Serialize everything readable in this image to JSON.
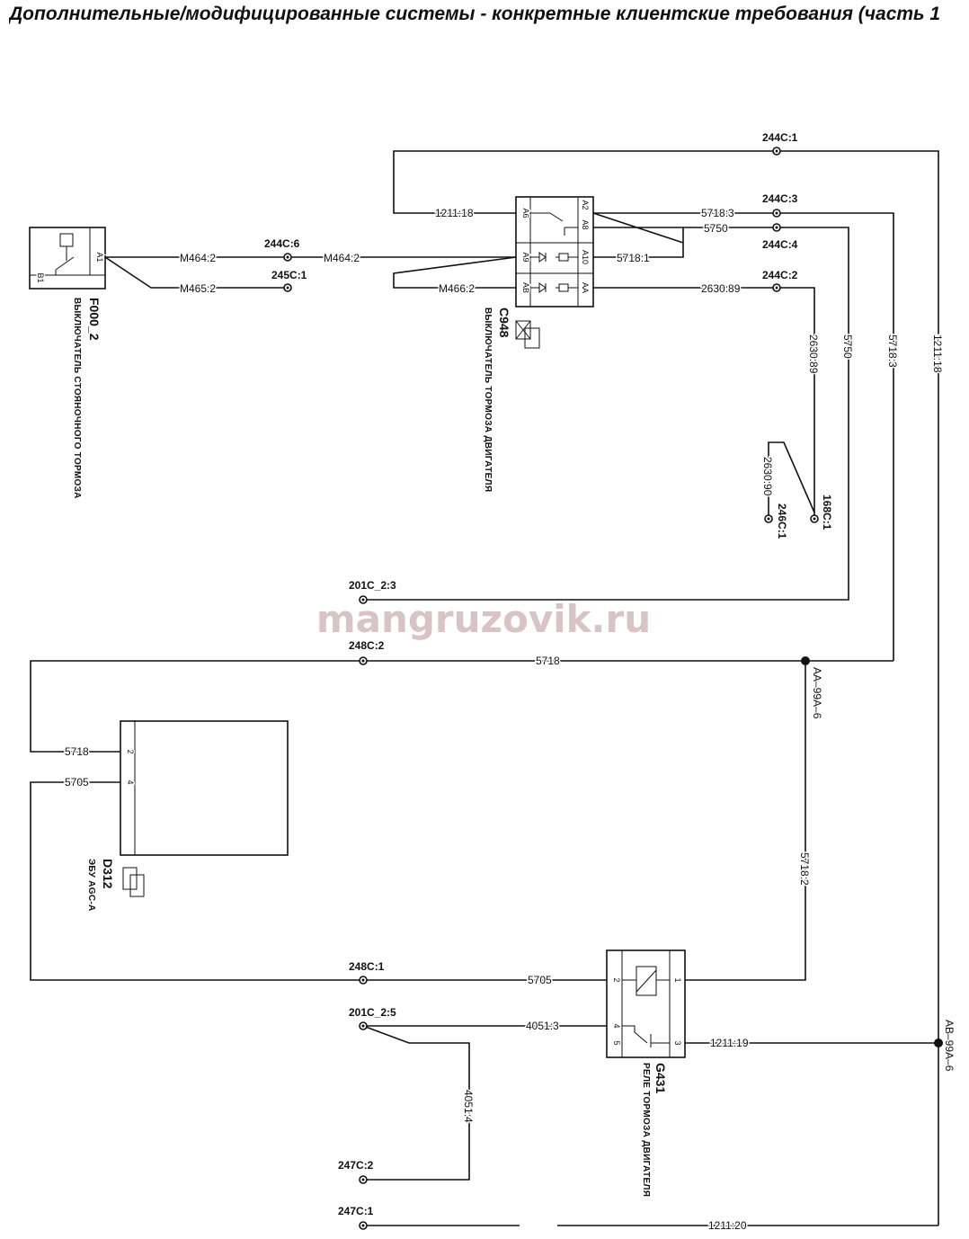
{
  "title": "Дополнительные/модифицированные системы - конкретные клиентские требования (часть 1",
  "watermark": "mangruzovik.ru",
  "components": {
    "F000_2": {
      "name": "F000_2",
      "description": "ВЫКЛЮЧАТЕЛЬ СТОЯНОЧНОГО ТОРМОЗА",
      "pins": [
        "A1",
        "B1"
      ]
    },
    "C948": {
      "name": "C948",
      "description": "ВЫКЛЮЧАТЕЛЬ ТОРМОЗА ДВИГАТЕЛЯ",
      "pins": [
        "A6",
        "A9",
        "AB",
        "A2",
        "A8",
        "A10",
        "AA"
      ]
    },
    "D312": {
      "name": "D312",
      "description": "ЭБУ AGC-A",
      "pins": [
        "2",
        "4"
      ]
    },
    "G431": {
      "name": "G431",
      "description": "РЕЛЕ ТОРМОЗА ДВИГАТЕЛЯ",
      "pins": [
        "2",
        "1",
        "4",
        "5",
        "3"
      ]
    }
  },
  "connectors": {
    "c244_1": "244C:1",
    "c244_3": "244C:3",
    "c244_4": "244C:4",
    "c244_2": "244C:2",
    "c244_6": "244C:6",
    "c245_1": "245C:1",
    "c168_1": "168C:1",
    "c246_1": "246C:1",
    "c201_3": "201C_2:3",
    "c201_5": "201C_2:5",
    "c248_2": "248C:2",
    "c248_1": "248C:1",
    "c247_2": "247C:2",
    "c247_1": "247C:1"
  },
  "wires": {
    "m464_2": "M464:2",
    "m465_2": "M465:2",
    "m466_2": "M466:2",
    "w1211_18": "1211:18",
    "w5718_3": "5718:3",
    "w5750": "5750",
    "w5718_1": "5718:1",
    "w2630_89": "2630:89",
    "w2630_90": "2630:90",
    "w5718": "5718",
    "w5705": "5705",
    "w5718_2": "5718:2",
    "w4051_3": "4051:3",
    "w4051_4": "4051:4",
    "w1211_19": "1211:19",
    "w1211_20": "1211:20"
  },
  "splices": {
    "aa": "AA–99A–6",
    "ab": "AB–99A–6"
  }
}
